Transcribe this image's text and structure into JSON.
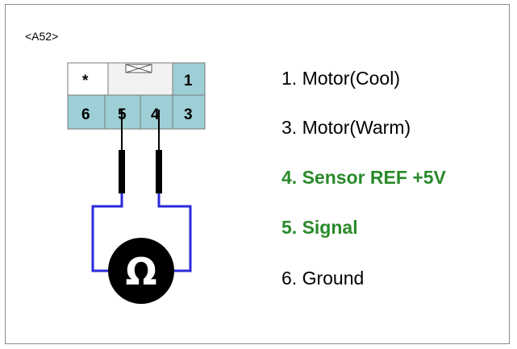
{
  "connector": {
    "id": "<A52>"
  },
  "pins": {
    "top_left": "*",
    "top_right": "1",
    "bottom": [
      "6",
      "5",
      "4",
      "3"
    ]
  },
  "meter": {
    "symbol": "Ω"
  },
  "legend": [
    {
      "text": "1. Motor(Cool)",
      "highlight": false
    },
    {
      "text": "3. Motor(Warm)",
      "highlight": false
    },
    {
      "text": "4. Sensor REF +5V",
      "highlight": true
    },
    {
      "text": "5. Signal",
      "highlight": true
    },
    {
      "text": "6. Ground",
      "highlight": false
    }
  ],
  "colors": {
    "pin_fill": "#9ecfd6",
    "wire": "#2a2adb",
    "highlight_text": "#2a8a2a"
  }
}
